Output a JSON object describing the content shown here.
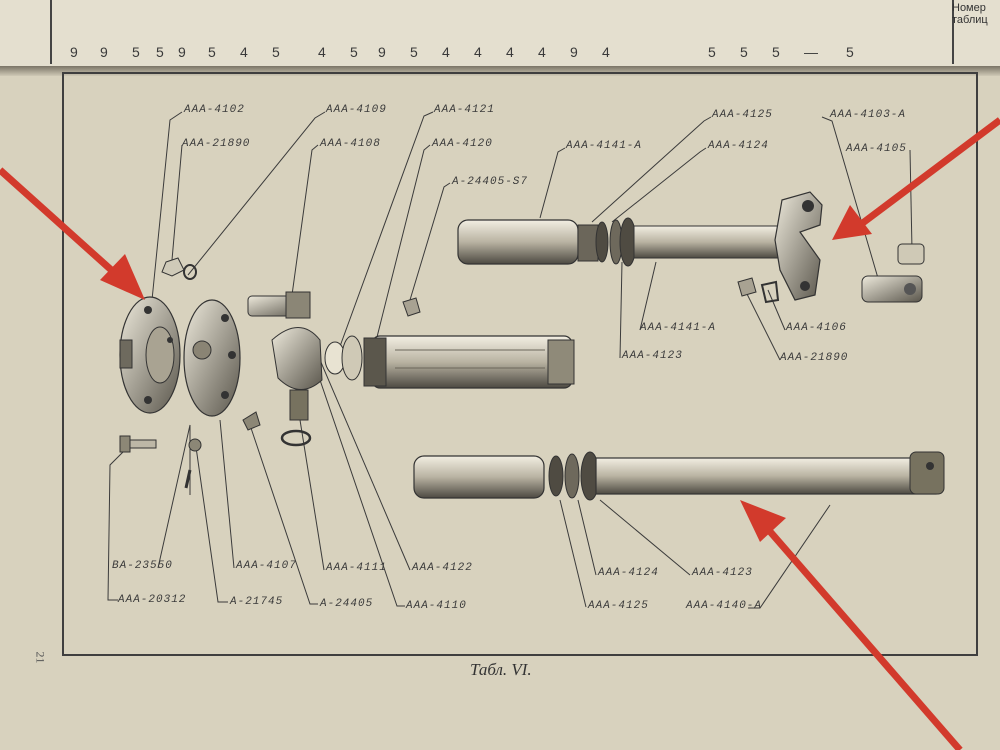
{
  "page": {
    "top_header": "Номер таблиц",
    "top_numbers": [
      "9",
      "9",
      "5",
      "5",
      "9",
      "5",
      "4",
      "5",
      "4",
      "5",
      "9",
      "5",
      "4",
      "4",
      "4",
      "4",
      "9",
      "4",
      "5",
      "5",
      "5",
      "—",
      "5"
    ],
    "caption": "Табл. VI.",
    "page_number": "21"
  },
  "labels": {
    "l4102": "ААА-4102",
    "l21890a": "ААА-21890",
    "l4109": "ААА-4109",
    "l4108": "ААА-4108",
    "l4121": "ААА-4121",
    "l4120": "ААА-4120",
    "l2440557": "А-24405-S7",
    "l4141a_top": "ААА-4141-А",
    "l4125_top": "ААА-4125",
    "l4124_top": "ААА-4124",
    "l4103a": "ААА-4103-А",
    "l4105": "ААА-4105",
    "l4141a_bot": "ААА-4141-А",
    "l4106": "ААА-4106",
    "l4123_mid": "ААА-4123",
    "l21890b": "ААА-21890",
    "lba23550": "ВА-23550",
    "l4107": "ААА-4107",
    "l4111": "ААА-4111",
    "l4122": "ААА-4122",
    "l20312": "ААА-20312",
    "l21745": "А-21745",
    "l24405": "А-24405",
    "l4110": "ААА-4110",
    "l4124_bot": "ААА-4124",
    "l4123_bot": "ААА-4123",
    "l4125_bot": "ААА-4125",
    "l4140a": "ААА-4140-А"
  },
  "colors": {
    "paper": "#d8d2be",
    "ink": "#3b3b3b",
    "arrow": "#d23a2c"
  }
}
